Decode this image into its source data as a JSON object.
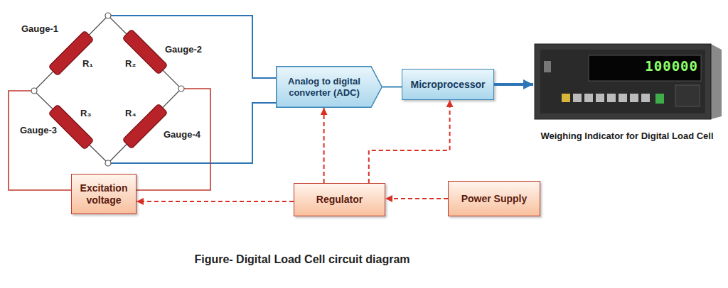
{
  "diagram": {
    "caption": "Figure- Digital Load Cell circuit diagram",
    "nodes": [
      {
        "text": [
          "Analog to digital converter (ADC)"
        ]
      },
      {
        "text": [
          "Microprocessor"
        ]
      },
      {
        "text": [
          "100000",
          "Weighing Indicator for Digital Load Cell"
        ]
      },
      {
        "text": [
          "Excitation voltage"
        ]
      },
      {
        "text": [
          "Regulator"
        ]
      },
      {
        "text": [
          "Power Supply"
        ]
      }
    ],
    "edges": [
      {
        "from": 0,
        "to": 1,
        "arrow": "none"
      },
      {
        "from": 1,
        "to": 2,
        "arrow": "to"
      },
      {
        "from": 5,
        "to": 4,
        "arrow": "to"
      },
      {
        "from": 4,
        "to": 3,
        "arrow": "to"
      },
      {
        "from": 4,
        "to": 0,
        "arrow": "to"
      },
      {
        "from": 4,
        "to": 1,
        "arrow": "to"
      }
    ],
    "labels": [
      "Gauge-1",
      "R₁",
      "R₂",
      "Gauge-2",
      "R₃",
      "R₄",
      "Gauge-3",
      "Gauge-4"
    ]
  }
}
